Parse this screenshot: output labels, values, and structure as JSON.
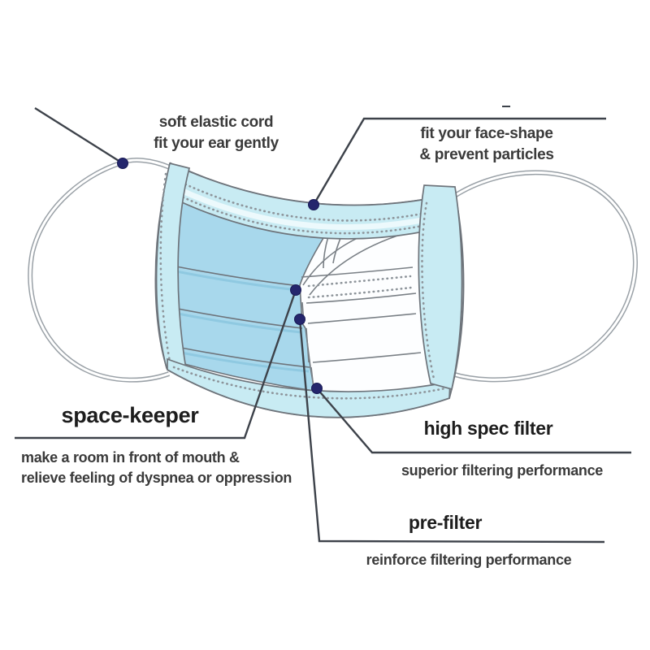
{
  "diagram": {
    "type": "annotated-illustration",
    "subject": "3-ply disposable face mask cutaway diagram",
    "background": "#ffffff",
    "colors": {
      "band_fill": "#c8ebf3",
      "panel_fill": "#a8d8ec",
      "pleat_shadow": "#8fc9e1",
      "outline": "#6e747b",
      "stitch_dots": "#8d949a",
      "cord": "#9aa1a7",
      "marker_dot": "#24266d",
      "callout_line": "#3d424a",
      "label_text": "#3a3a3a",
      "heading_text": "#1d1d1d"
    },
    "callouts": {
      "elastic_cord": {
        "line1": "soft elastic cord",
        "line2": "fit your ear gently"
      },
      "face_shape": {
        "line1": "fit your face-shape",
        "line2": "& prevent particles"
      },
      "space_keeper": {
        "heading": "space-keeper",
        "desc_line1": "make a room in front of mouth &",
        "desc_line2": "relieve feeling of dyspnea or oppression"
      },
      "high_spec_filter": {
        "heading": "high spec filter",
        "desc": "superior filtering performance"
      },
      "pre_filter": {
        "heading": "pre-filter",
        "desc": "reinforce filtering performance"
      }
    }
  }
}
